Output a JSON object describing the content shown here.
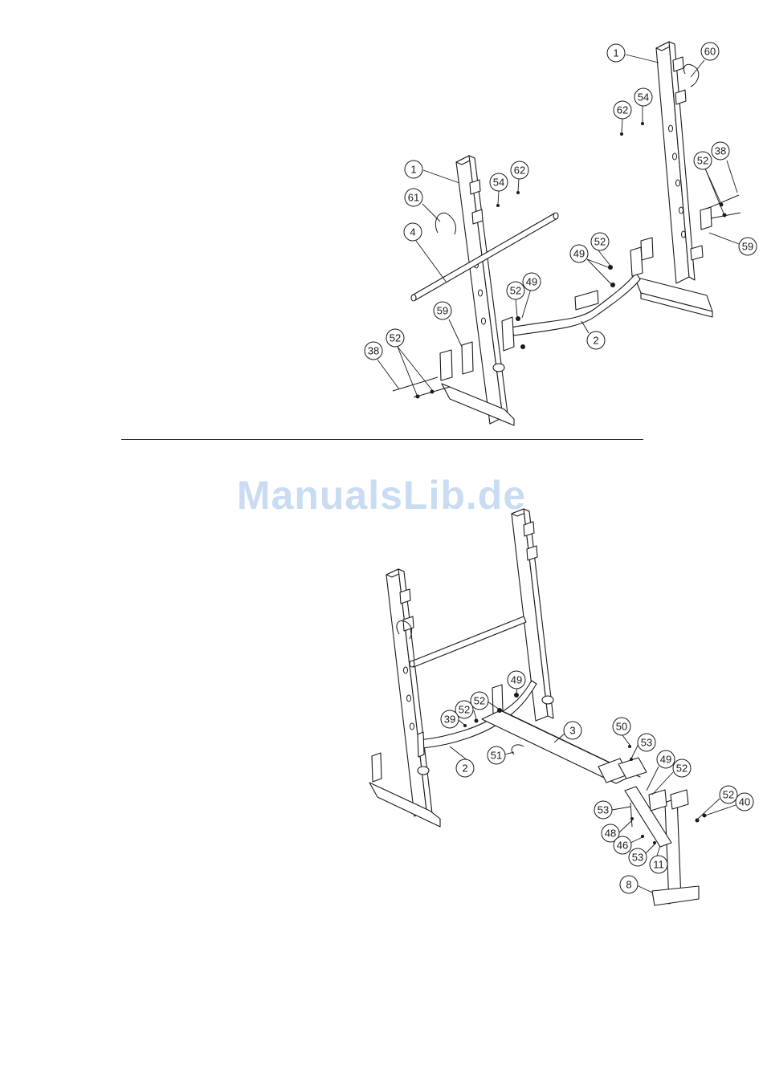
{
  "watermark": {
    "text": "ManualsLib.de",
    "color": "#c9dcf2"
  },
  "colors": {
    "line": "#1a1a1a",
    "background": "#ffffff"
  },
  "diagram_top": {
    "callouts": [
      {
        "id": "t-1a",
        "label": "1"
      },
      {
        "id": "t-60",
        "label": "60"
      },
      {
        "id": "t-54a",
        "label": "54"
      },
      {
        "id": "t-62a",
        "label": "62"
      },
      {
        "id": "t-38a",
        "label": "38"
      },
      {
        "id": "t-52a",
        "label": "52"
      },
      {
        "id": "t-59a",
        "label": "59"
      },
      {
        "id": "t-1b",
        "label": "1"
      },
      {
        "id": "t-62b",
        "label": "62"
      },
      {
        "id": "t-54b",
        "label": "54"
      },
      {
        "id": "t-61",
        "label": "61"
      },
      {
        "id": "t-4",
        "label": "4"
      },
      {
        "id": "t-52b",
        "label": "52"
      },
      {
        "id": "t-49a",
        "label": "49"
      },
      {
        "id": "t-52c",
        "label": "52"
      },
      {
        "id": "t-49b",
        "label": "49"
      },
      {
        "id": "t-59b",
        "label": "59"
      },
      {
        "id": "t-52d",
        "label": "52"
      },
      {
        "id": "t-38b",
        "label": "38"
      },
      {
        "id": "t-2",
        "label": "2"
      }
    ]
  },
  "diagram_bottom": {
    "callouts": [
      {
        "id": "b-49a",
        "label": "49"
      },
      {
        "id": "b-52a",
        "label": "52"
      },
      {
        "id": "b-52b",
        "label": "52"
      },
      {
        "id": "b-39",
        "label": "39"
      },
      {
        "id": "b-3",
        "label": "3"
      },
      {
        "id": "b-50",
        "label": "50"
      },
      {
        "id": "b-53a",
        "label": "53"
      },
      {
        "id": "b-51",
        "label": "51"
      },
      {
        "id": "b-2",
        "label": "2"
      },
      {
        "id": "b-49b",
        "label": "49"
      },
      {
        "id": "b-52c",
        "label": "52"
      },
      {
        "id": "b-52d",
        "label": "52"
      },
      {
        "id": "b-40",
        "label": "40"
      },
      {
        "id": "b-53b",
        "label": "53"
      },
      {
        "id": "b-48",
        "label": "48"
      },
      {
        "id": "b-46",
        "label": "46"
      },
      {
        "id": "b-53c",
        "label": "53"
      },
      {
        "id": "b-11",
        "label": "11"
      },
      {
        "id": "b-8",
        "label": "8"
      }
    ]
  }
}
